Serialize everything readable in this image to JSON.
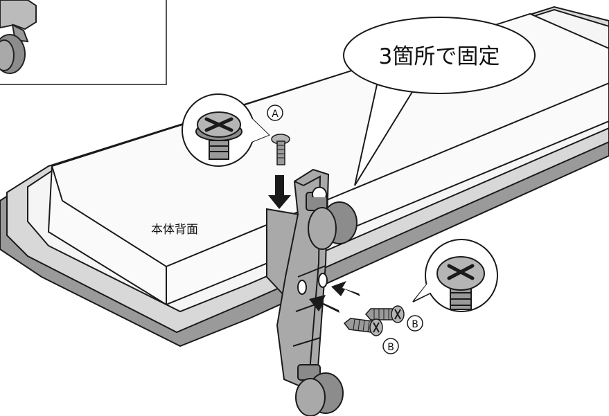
{
  "callout": {
    "text": "3箇所で固定"
  },
  "labels": {
    "body_back": "本体背面",
    "screw_a": "A",
    "screw_b_upper": "B",
    "screw_b_lower": "B"
  },
  "colors": {
    "panel_top": "#f7f7f7",
    "panel_side": "#d8d8d8",
    "panel_shadow": "#9a9a9a",
    "stand": "#a9a9a9",
    "stand_dark": "#8a8a8a",
    "wheel": "#8c8c8c",
    "arrow": "#1a1a1a",
    "outline": "#1a1a1a"
  },
  "icons": [
    "down-arrow-icon",
    "left-arrow-icon",
    "phillips-screw-icon",
    "tapping-screw-icon",
    "caster-wheel-icon"
  ]
}
